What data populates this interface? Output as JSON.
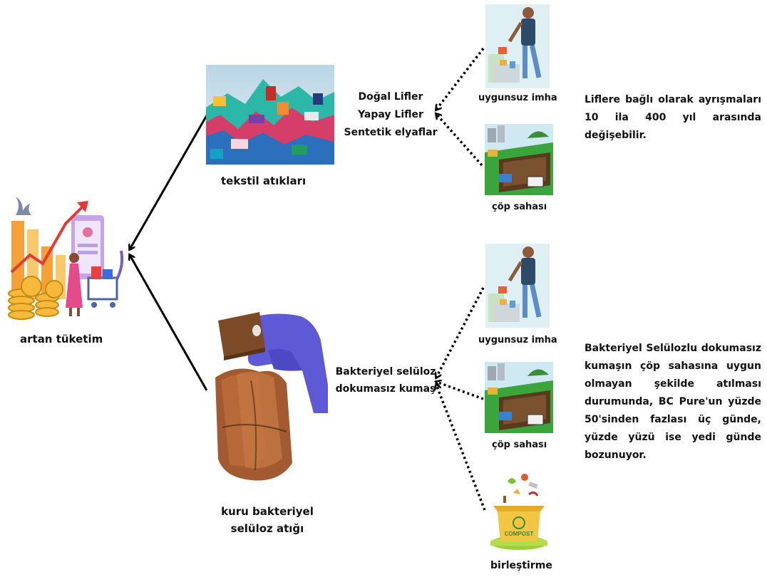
{
  "nodes": {
    "consumption": "artan tüketim",
    "textile_waste": "tekstil atıkları",
    "bc_waste_line1": "kuru bakteriyel",
    "bc_waste_line2": "selüloz atığı",
    "fibers": [
      "Doğal Lifler",
      "Yapay Lifler",
      "Sentetik elyaflar"
    ],
    "bc_fabric_line1": "Bakteriyel selüloz",
    "bc_fabric_line2": "dokumasız kumaş",
    "improper_disposal_top": "uygunsuz imha",
    "landfill_top": "çöp sahası",
    "improper_disposal_bottom": "uygunsuz imha",
    "landfill_bottom": "çöp sahası",
    "composting": "birleştirme",
    "compost_box_text": "COMPOST"
  },
  "notes": {
    "top": "Liflere bağlı olarak ayrışmaları 10 ila 400 yıl arasında değişebilir.",
    "bottom": "Bakteriyel Selülozlu dokumasız kumaşın çöp sahasına uygun olmayan şekilde atılması durumunda, BC Pure'un yüzde 50'sinden fazlası üç günde, yüzde yüzü ise yedi günde bozunuyor."
  },
  "icons": {
    "consumption": "shopping-growth-illustration",
    "textile": "textile-pile-photo",
    "bc": "bacterial-cellulose-photo",
    "person": "person-littering-icon",
    "landfill": "landfill-icon",
    "compost": "compost-bin-icon"
  },
  "colors": {
    "arrow": "#000000",
    "text": "#111111",
    "sky": "#dff0f4",
    "grass": "#3aa53a"
  }
}
